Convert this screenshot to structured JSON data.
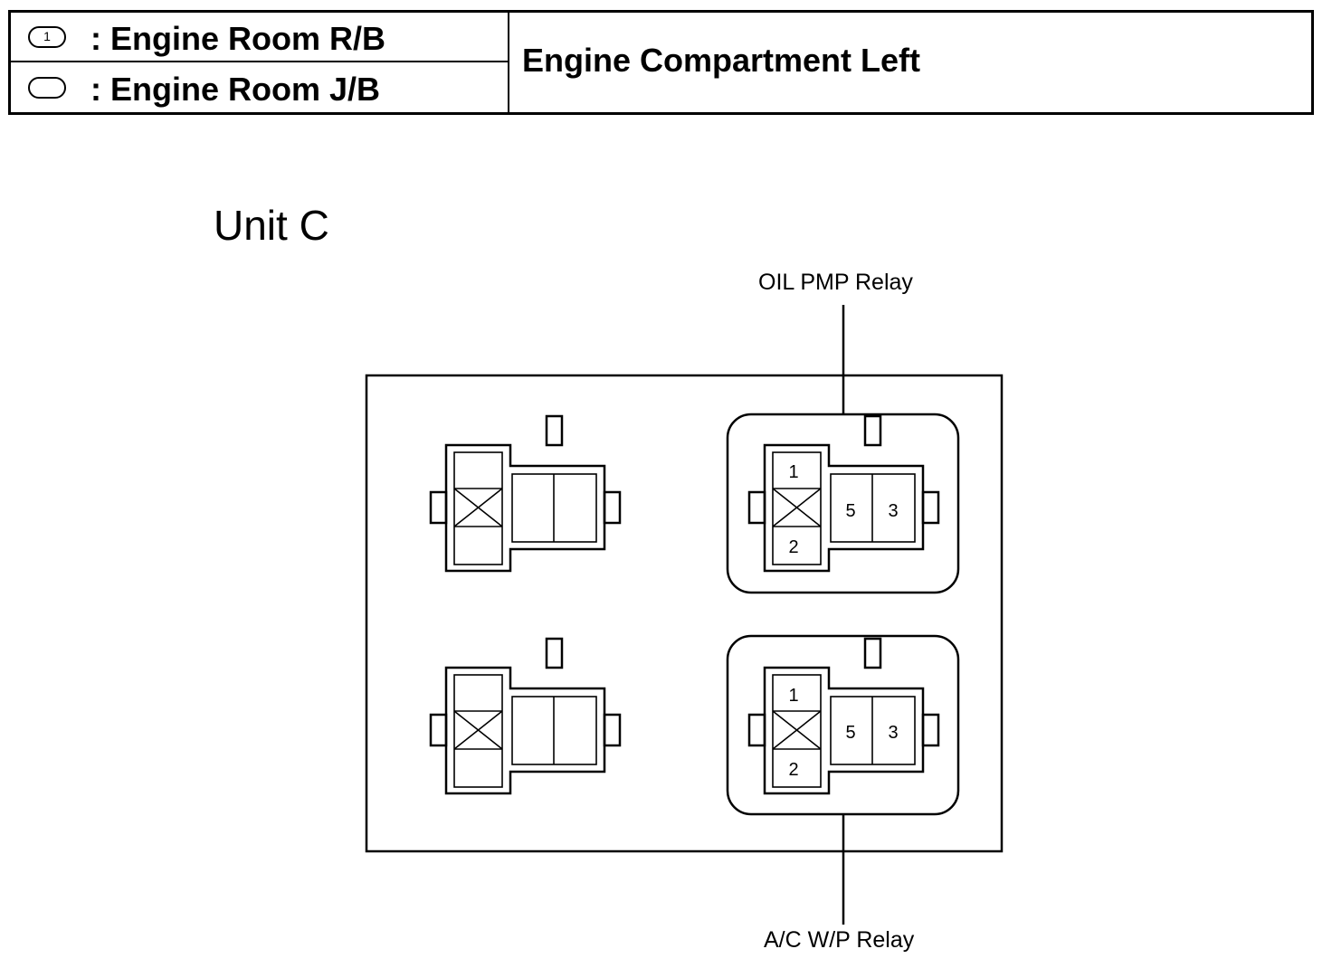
{
  "legend": {
    "items": [
      {
        "symbol": "1",
        "label": ": Engine Room R/B"
      },
      {
        "symbol": "",
        "label": ": Engine Room J/B"
      }
    ],
    "location": "Engine Compartment Left"
  },
  "unit": {
    "title": "Unit C"
  },
  "relays": {
    "top": {
      "label": "OIL PMP Relay",
      "terminals": [
        "1",
        "2",
        "5",
        "3"
      ]
    },
    "bottom": {
      "label": "A/C W/P Relay",
      "terminals": [
        "1",
        "2",
        "5",
        "3"
      ]
    }
  }
}
